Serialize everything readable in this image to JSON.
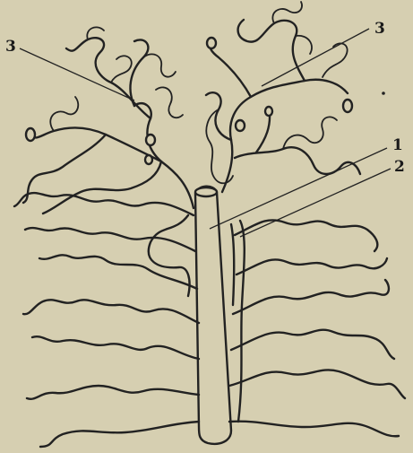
{
  "figure": {
    "labels": {
      "label_3_left": "3",
      "label_3_right": "3",
      "label_1": "1",
      "label_2": "2"
    }
  }
}
